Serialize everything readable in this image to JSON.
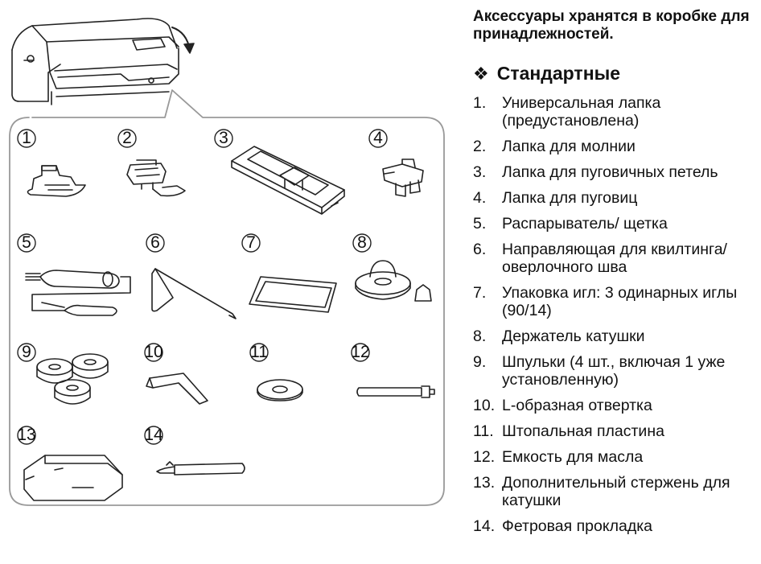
{
  "intro": "Аксессуары хранятся в коробке для принадлежностей.",
  "section": {
    "marker": "❖",
    "title": "Стандартные"
  },
  "items": [
    {
      "num": "1.",
      "text": "Универсальная лапка (предустановлена)"
    },
    {
      "num": "2.",
      "text": "Лапка для молнии"
    },
    {
      "num": "3.",
      "text": "Лапка для пуговичных петель"
    },
    {
      "num": "4.",
      "text": "Лапка для пуговиц"
    },
    {
      "num": "5.",
      "text": "Распарыватель/ щетка"
    },
    {
      "num": "6.",
      "text": "Направляющая для квилтинга/ оверлочного шва"
    },
    {
      "num": "7.",
      "text": "Упаковка игл: 3 одинарных иглы (90/14)"
    },
    {
      "num": "8.",
      "text": "Держатель катушки"
    },
    {
      "num": "9.",
      "text": "Шпульки (4 шт., включая 1 уже установленную)"
    },
    {
      "num": "10.",
      "text": "L-образная отвертка"
    },
    {
      "num": "11.",
      "text": "Штопальная пластина"
    },
    {
      "num": "12.",
      "text": "Емкость для масла"
    },
    {
      "num": "13.",
      "text": "Дополнительный стержень для катушки"
    },
    {
      "num": "14.",
      "text": "Фетровая прокладка"
    }
  ],
  "callouts": [
    "1",
    "2",
    "3",
    "4",
    "5",
    "6",
    "7",
    "8",
    "9",
    "10",
    "11",
    "12",
    "13",
    "14"
  ]
}
